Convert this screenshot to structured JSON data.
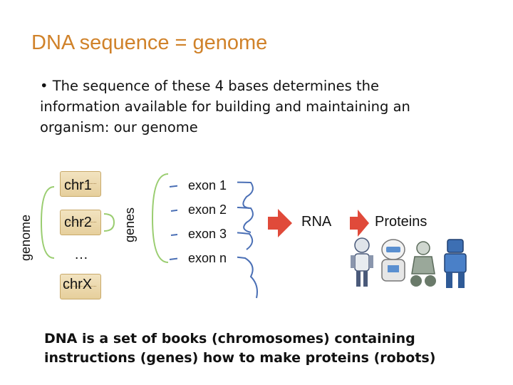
{
  "title": "DNA sequence = genome",
  "bullet": "• The sequence of these 4 bases determines the information available for building and maintaining an organism: our genome",
  "labels": {
    "genome": "genome",
    "genes": "genes"
  },
  "chromosomes": [
    "chr1",
    "chr2",
    "…",
    "chrX"
  ],
  "exons": [
    "exon 1",
    "exon 2",
    "exon 3",
    "exon n"
  ],
  "flow": {
    "rna": "RNA",
    "proteins": "Proteins"
  },
  "colors": {
    "title": "#d0822a",
    "arrow": "#e04a3a",
    "bracket_green": "#9acd70",
    "bracket_blue": "#4a6fb5"
  },
  "caption": "DNA is a set of books (chromosomes) containing instructions (genes) how to make proteins (robots)"
}
